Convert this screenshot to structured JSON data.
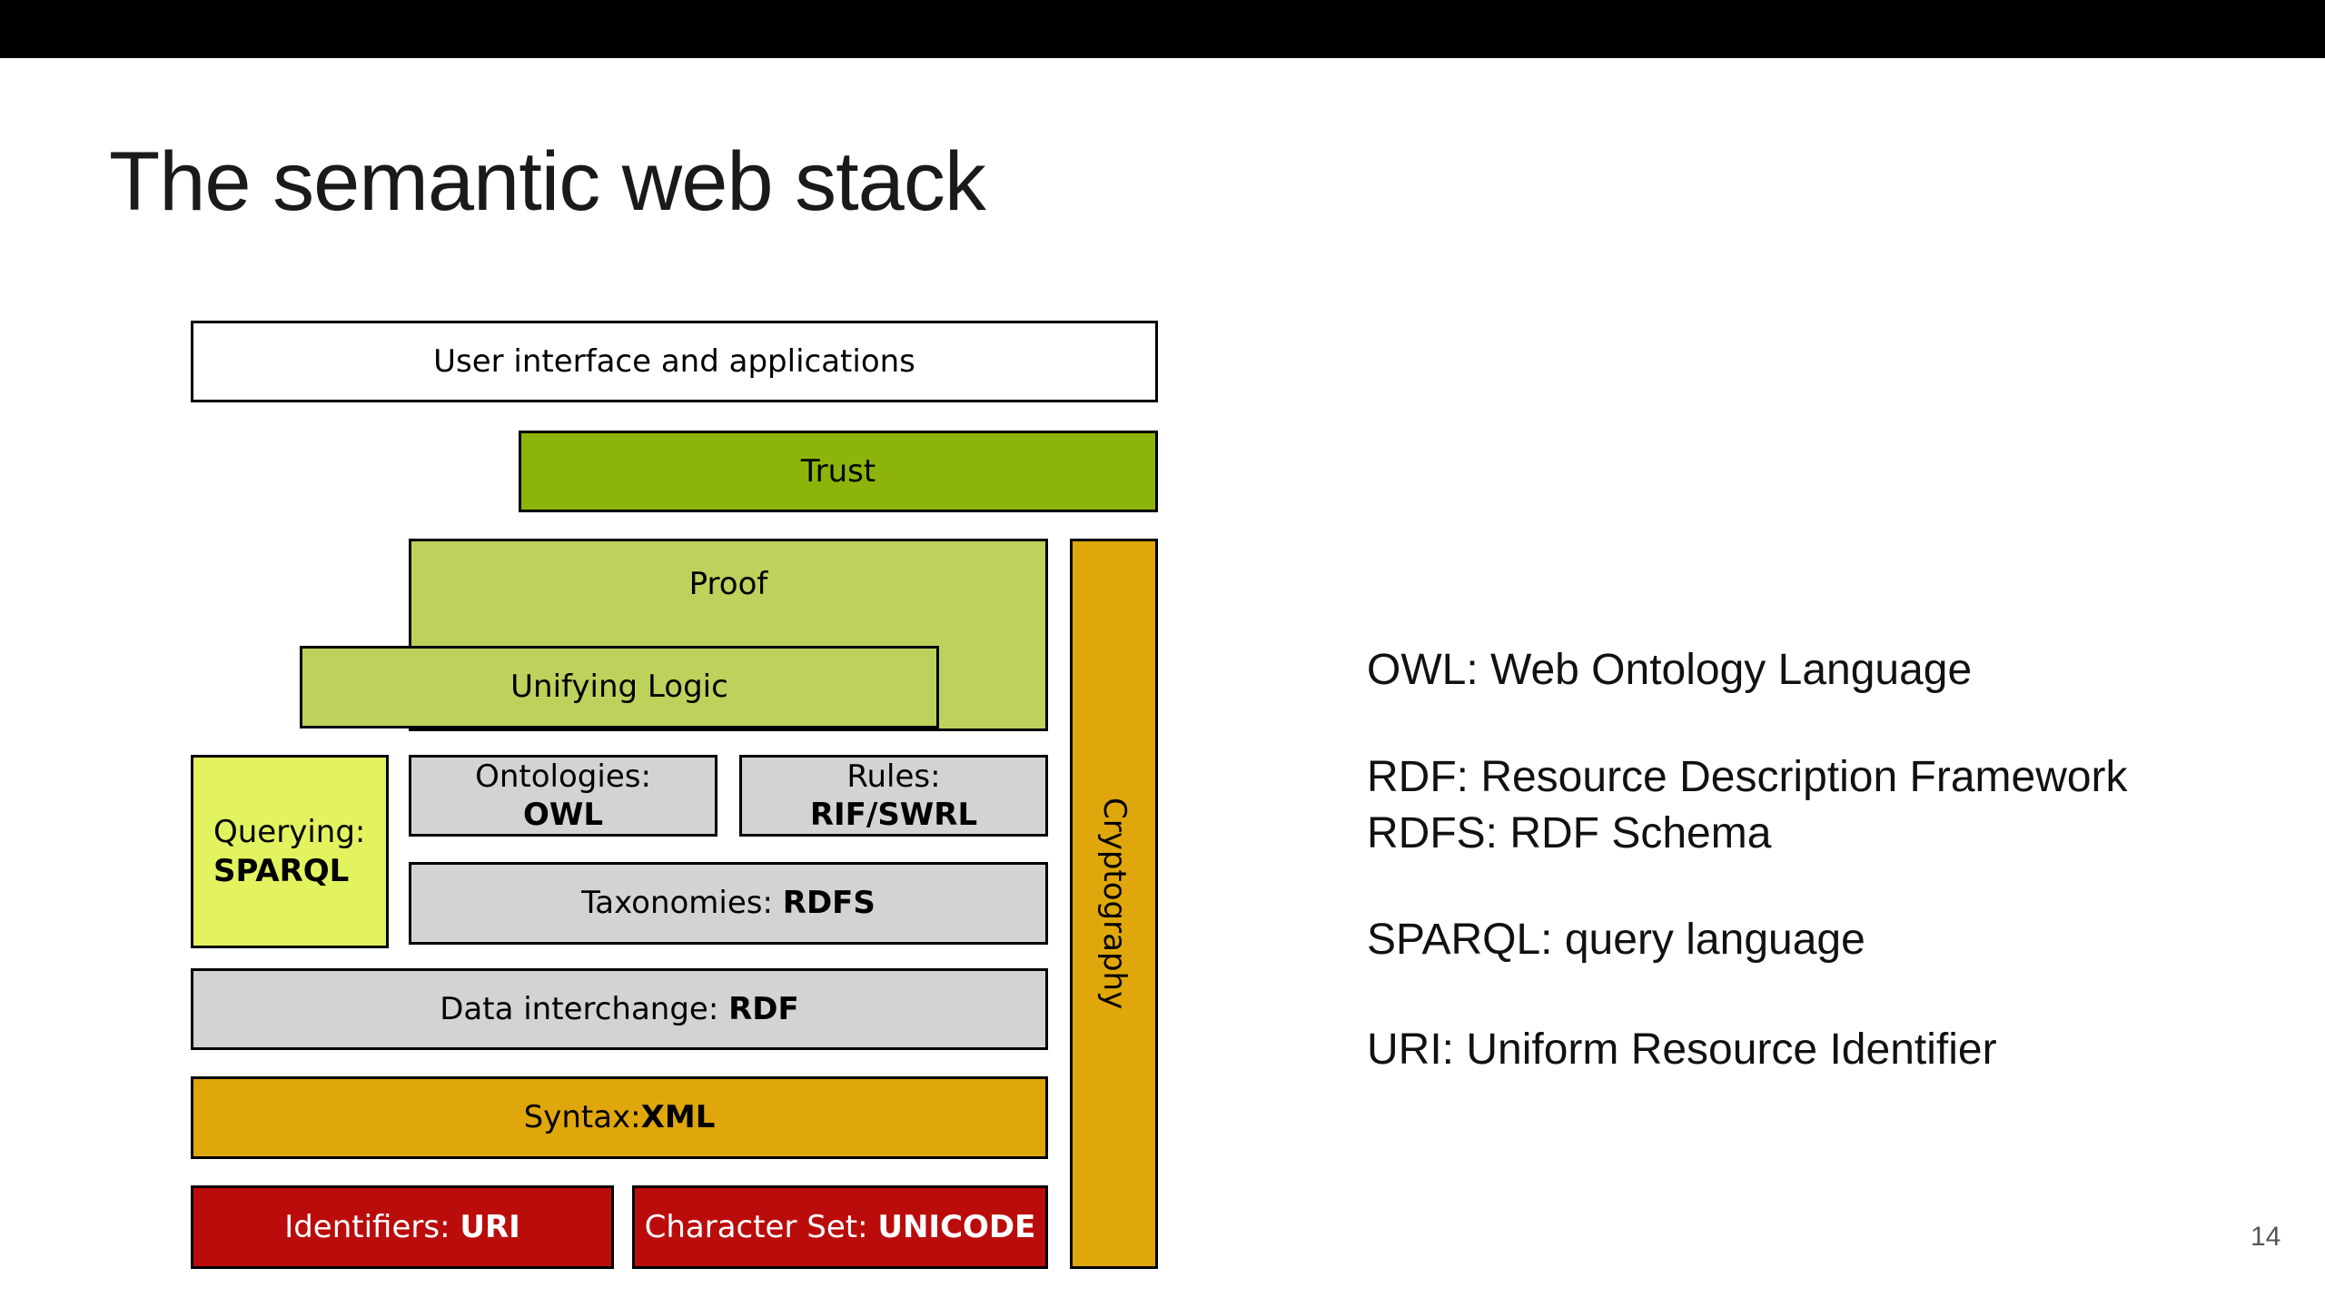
{
  "slide": {
    "title": "The semantic web stack",
    "page_number": "14"
  },
  "diagram": {
    "boxes": {
      "ui_apps": {
        "label": "User interface and applications"
      },
      "trust": {
        "label": "Trust"
      },
      "proof": {
        "label": "Proof"
      },
      "unifying_logic": {
        "label": "Unifying Logic"
      },
      "querying": {
        "label": "Querying:",
        "strong": "SPARQL"
      },
      "ontologies": {
        "label": "Ontologies:",
        "strong": "OWL"
      },
      "rules": {
        "label": "Rules:",
        "strong": "RIF/SWRL"
      },
      "taxonomies": {
        "label": "Taxonomies: ",
        "strong": "RDFS"
      },
      "data_interchange": {
        "label": "Data interchange: ",
        "strong": "RDF"
      },
      "syntax": {
        "label": "Syntax:",
        "strong": "XML"
      },
      "identifiers": {
        "label": "Identifiers: ",
        "strong": "URI"
      },
      "charset": {
        "label": "Character Set: ",
        "strong": "UNICODE"
      },
      "cryptography": {
        "label": "Cryptography"
      }
    },
    "colors": {
      "trust_green": "#8cb40a",
      "proof_green": "#bdd25c",
      "querying_green": "#e3f25f",
      "neutral_gray": "#d3d3d3",
      "gold": "#dfa70c",
      "dark_red": "#bb0c0c",
      "border_black": "#000000"
    }
  },
  "legend": {
    "owl": "OWL: Web Ontology Language",
    "rdf": "RDF: Resource Description Framework",
    "rdfs": "RDFS: RDF Schema",
    "sparql": "SPARQL: query language",
    "uri": "URI: Uniform Resource Identifier"
  }
}
